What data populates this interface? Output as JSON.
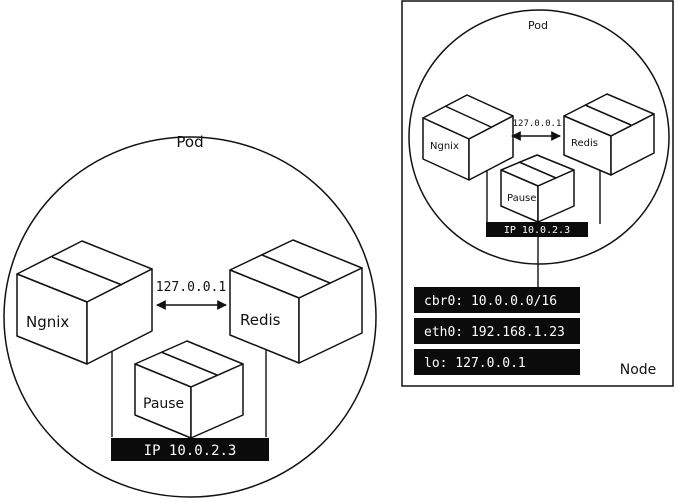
{
  "left_pod": {
    "pod_label": "Pod",
    "nginx_label": "Ngnix",
    "redis_label": "Redis",
    "pause_label": "Pause",
    "loopback_label": "127.0.0.1",
    "ip_label": "IP 10.0.2.3"
  },
  "node": {
    "pod_label": "Pod",
    "nginx_label": "Ngnix",
    "redis_label": "Redis",
    "pause_label": "Pause",
    "loopback_label": "127.0.0.1",
    "ip_label": "IP 10.0.2.3",
    "interfaces": [
      {
        "label": "cbr0: 10.0.0.0/16"
      },
      {
        "label": "eth0: 192.168.1.23"
      },
      {
        "label": "lo: 127.0.0.1"
      }
    ],
    "node_label": "Node"
  }
}
